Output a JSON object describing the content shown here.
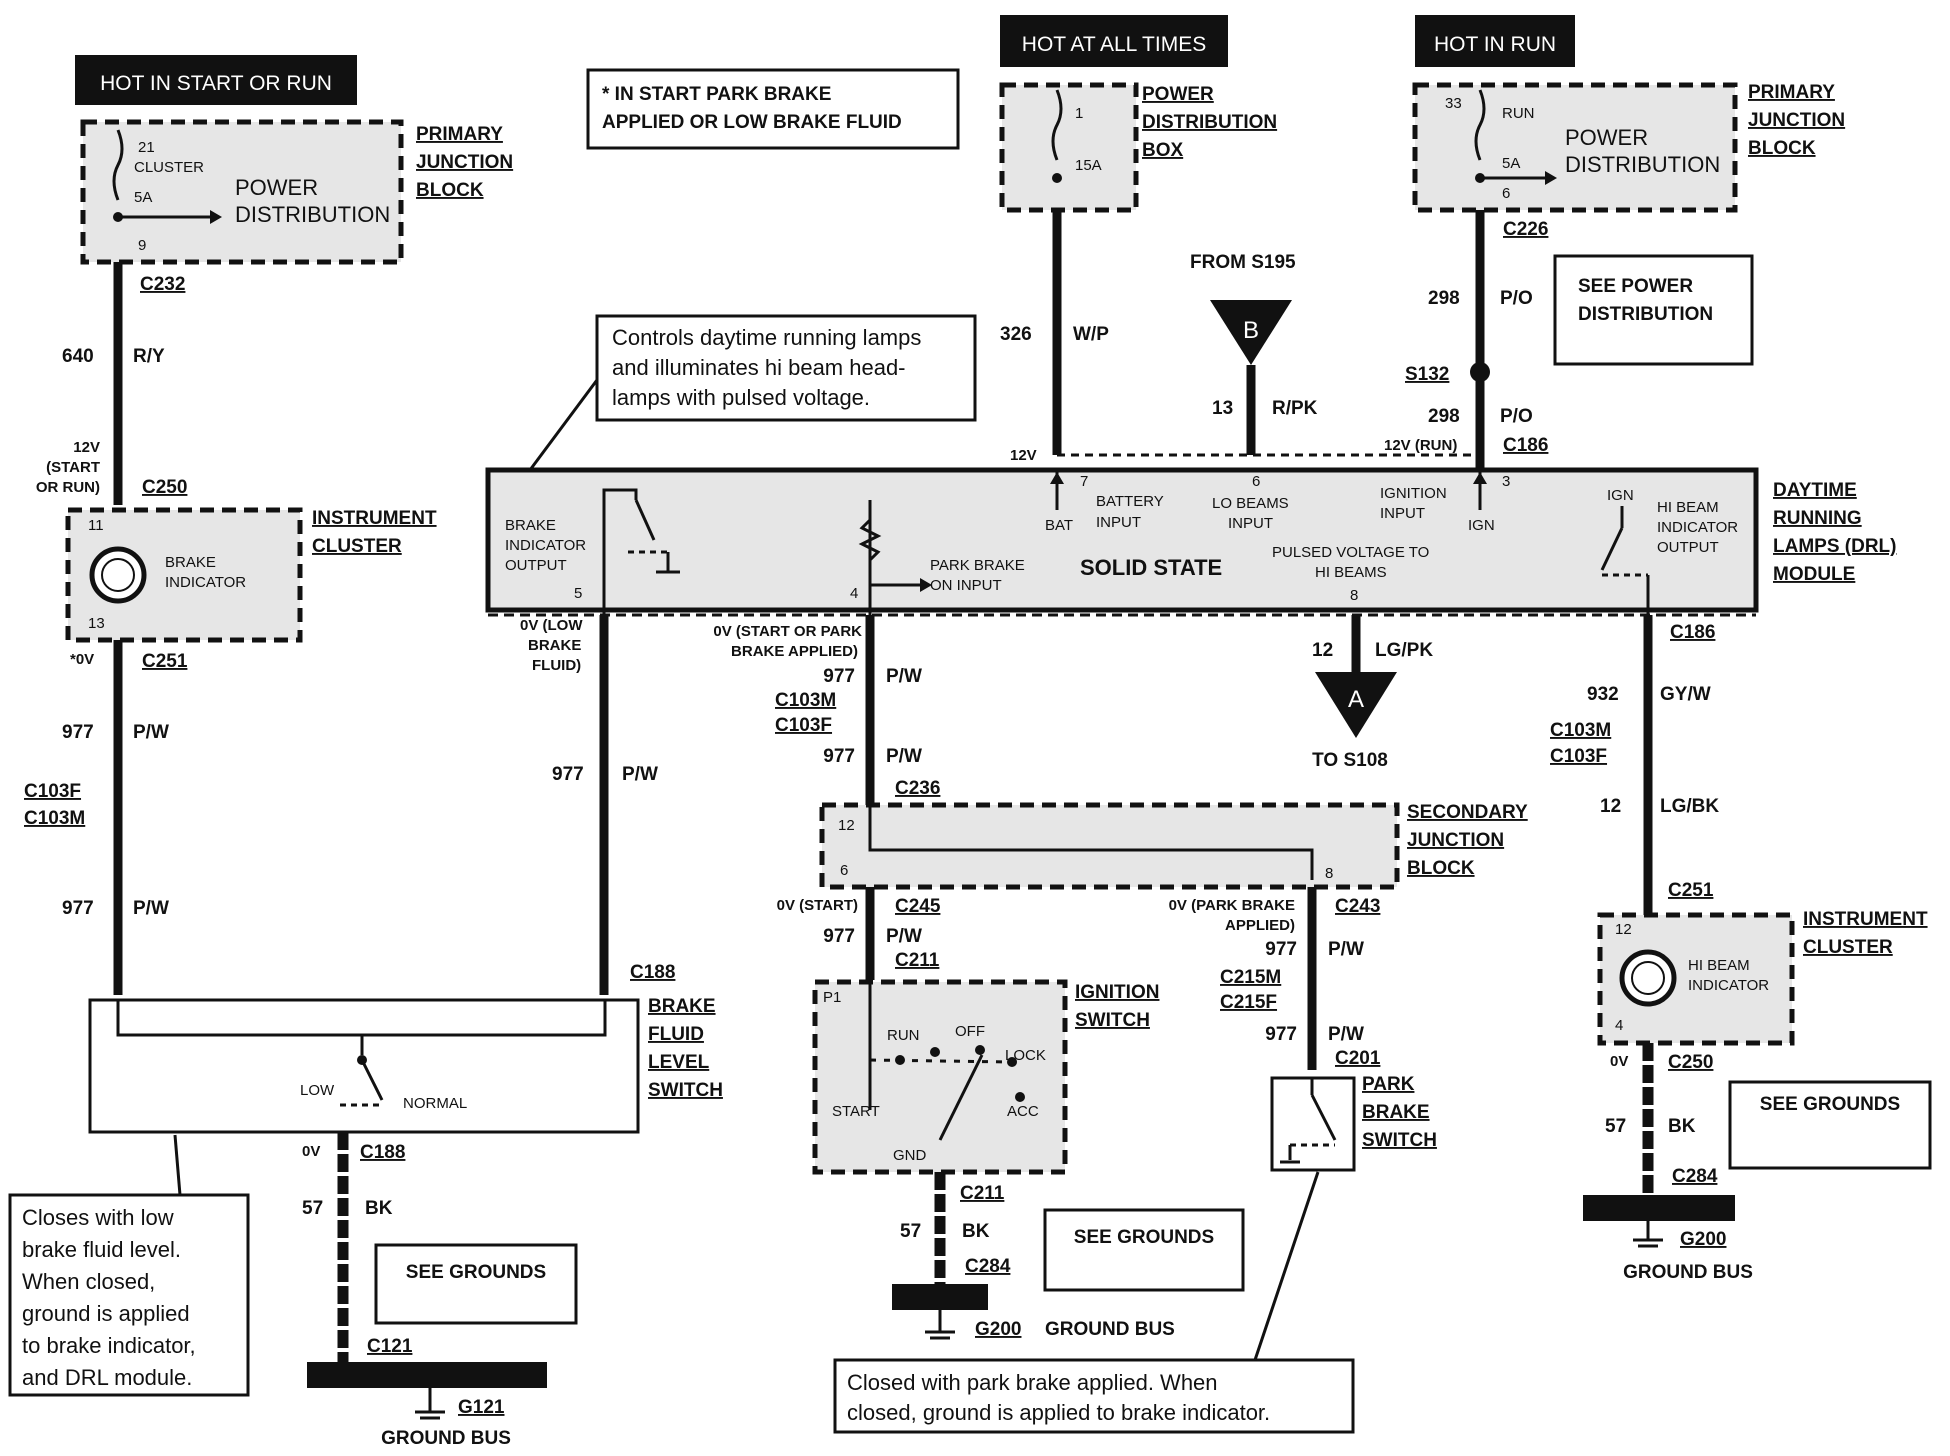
{
  "headers": {
    "hot_start_run": "HOT IN START OR RUN",
    "hot_all_times": "HOT AT ALL TIMES",
    "hot_in_run": "HOT IN RUN"
  },
  "notes": {
    "park_brake": [
      "* IN START PARK BRAKE",
      "APPLIED OR LOW BRAKE FLUID"
    ],
    "drl": [
      "Controls daytime running lamps",
      "and illuminates hi beam head-",
      "lamps with pulsed voltage."
    ],
    "brake_fluid": [
      "Closes with low",
      "brake fluid level.",
      "When closed,",
      "ground is applied",
      "to brake indicator,",
      "and DRL module."
    ],
    "park_switch": [
      "Closed with park brake applied.  When",
      "closed, ground is applied to brake indicator."
    ],
    "see_power": [
      "SEE POWER",
      "DISTRIBUTION"
    ],
    "see_grounds": "SEE GROUNDS"
  },
  "components": {
    "pjb_left": {
      "title": [
        "PRIMARY",
        "JUNCTION",
        "BLOCK"
      ],
      "fuse_num": "21",
      "fuse_name": "CLUSTER",
      "fuse_amp": "5A",
      "pin_out": "9",
      "label": [
        "POWER",
        "DISTRIBUTION"
      ]
    },
    "pdb": {
      "title": [
        "POWER",
        "DISTRIBUTION",
        "BOX"
      ],
      "fuse_num": "1",
      "fuse_amp": "15A"
    },
    "pjb_right": {
      "title": [
        "PRIMARY",
        "JUNCTION",
        "BLOCK"
      ],
      "fuse_num": "33",
      "fuse_name": "RUN",
      "fuse_amp": "5A",
      "pin_out": "6",
      "label": [
        "POWER",
        "DISTRIBUTION"
      ]
    },
    "cluster_left": {
      "title": [
        "INSTRUMENT",
        "CLUSTER"
      ],
      "inner": [
        "BRAKE",
        "INDICATOR"
      ],
      "pin_top": "11",
      "pin_bot": "13"
    },
    "cluster_right": {
      "title": [
        "INSTRUMENT",
        "CLUSTER"
      ],
      "inner": [
        "HI BEAM",
        "INDICATOR"
      ],
      "pin_top": "12",
      "pin_bot": "4"
    },
    "drl": {
      "title": [
        "DAYTIME",
        "RUNNING",
        "LAMPS (DRL)",
        "MODULE"
      ],
      "solid_state": "SOLID STATE",
      "brake_out": [
        "BRAKE",
        "INDICATOR",
        "OUTPUT"
      ],
      "brake_pin": "5",
      "park_in": [
        "PARK BRAKE",
        "ON INPUT"
      ],
      "park_pin": "4",
      "bat": "BAT",
      "bat_in": [
        "BATTERY",
        "INPUT"
      ],
      "bat_pin": "7",
      "lo_in": [
        "LO BEAMS",
        "INPUT"
      ],
      "lo_pin": "6",
      "ign_in": [
        "IGNITION",
        "INPUT"
      ],
      "ign": "IGN",
      "ign_pin": "3",
      "pulsed": [
        "PULSED VOLTAGE TO",
        "HI BEAMS"
      ],
      "pulsed_pin": "8",
      "hi_ign": "IGN",
      "hi_out": [
        "HI BEAM",
        "INDICATOR",
        "OUTPUT"
      ]
    },
    "sjb": {
      "title": [
        "SECONDARY",
        "JUNCTION",
        "BLOCK"
      ],
      "pin12": "12",
      "pin6": "6",
      "pin8": "8"
    },
    "ign_switch": {
      "title": [
        "IGNITION",
        "SWITCH"
      ],
      "p1": "P1",
      "run": "RUN",
      "off": "OFF",
      "lock": "LOCK",
      "start": "START",
      "acc": "ACC",
      "gnd": "GND"
    },
    "brake_fluid_switch": {
      "title": [
        "BRAKE",
        "FLUID",
        "LEVEL",
        "SWITCH"
      ],
      "low": "LOW",
      "normal": "NORMAL"
    },
    "park_brake_switch": {
      "title": [
        "PARK",
        "BRAKE",
        "SWITCH"
      ]
    }
  },
  "connectors": {
    "c232": "C232",
    "c250a": "C250",
    "c251a": "C251",
    "c103f_a": "C103F",
    "c103m_a": "C103M",
    "c188a": "C188",
    "c188b": "C188",
    "c121": "C121",
    "g121": "G121",
    "c226": "C226",
    "s132": "S132",
    "c186a": "C186",
    "c186b": "C186",
    "c103m_b": "C103M",
    "c103f_b": "C103F",
    "c236": "C236",
    "c245": "C245",
    "c211a": "C211",
    "c211b": "C211",
    "c284a": "C284",
    "g200a": "G200",
    "c243": "C243",
    "c215m": "C215M",
    "c215f": "C215F",
    "c201": "C201",
    "c103m_c": "C103M",
    "c103f_c": "C103F",
    "c251b": "C251",
    "c250b": "C250",
    "c284b": "C284",
    "g200b": "G200"
  },
  "wires": {
    "w640": {
      "num": "640",
      "color": "R/Y"
    },
    "w977a": {
      "num": "977",
      "color": "P/W"
    },
    "w977b": {
      "num": "977",
      "color": "P/W"
    },
    "w977c": {
      "num": "977",
      "color": "P/W"
    },
    "w57a": {
      "num": "57",
      "color": "BK"
    },
    "w326": {
      "num": "326",
      "color": "W/P"
    },
    "w13": {
      "num": "13",
      "color": "R/PK"
    },
    "w298a": {
      "num": "298",
      "color": "P/O"
    },
    "w298b": {
      "num": "298",
      "color": "P/O"
    },
    "w977d": {
      "num": "977",
      "color": "P/W"
    },
    "w977e": {
      "num": "977",
      "color": "P/W"
    },
    "w977f": {
      "num": "977",
      "color": "P/W"
    },
    "w57b": {
      "num": "57",
      "color": "BK"
    },
    "w977g": {
      "num": "977",
      "color": "P/W"
    },
    "w977h": {
      "num": "977",
      "color": "P/W"
    },
    "w12": {
      "num": "12",
      "color": "LG/PK"
    },
    "w932": {
      "num": "932",
      "color": "GY/W"
    },
    "w12b": {
      "num": "12",
      "color": "LG/BK"
    },
    "w57c": {
      "num": "57",
      "color": "BK"
    }
  },
  "voltages": {
    "v12_start_run": [
      "12V",
      "(START",
      "OR RUN)"
    ],
    "v0_star": "*0V",
    "v0_low": [
      "0V (LOW",
      "BRAKE",
      "FLUID)"
    ],
    "v0_start_park": [
      "0V (START OR PARK",
      "BRAKE APPLIED)"
    ],
    "v12_a": "12V",
    "v12_run": "12V (RUN)",
    "v0_c188": "0V",
    "v0_start": "0V (START)",
    "v0_park": [
      "0V (PARK BRAKE",
      "APPLIED)"
    ],
    "v0_c250": "0V"
  },
  "refs": {
    "from_s195": "FROM S195",
    "b": "B",
    "to_s108": "TO S108",
    "a": "A"
  },
  "ground_bus": "GROUND BUS"
}
